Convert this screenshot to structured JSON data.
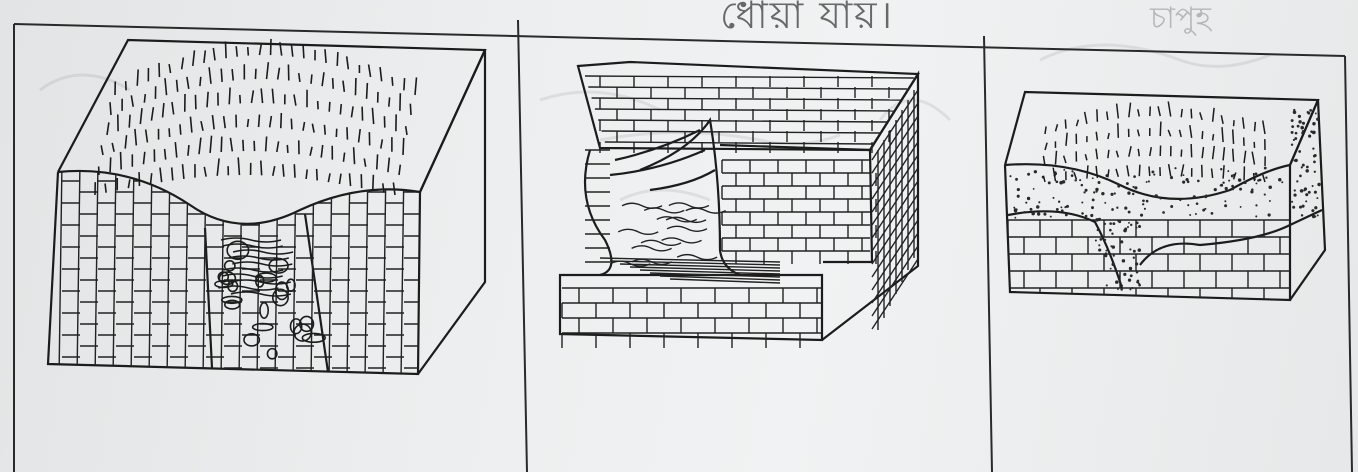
{
  "page": {
    "header_fragment": "ধোয়া যায়।",
    "header_fragment_faint": "চাপুহ"
  },
  "panels": [
    {
      "depicts": "limestone block with grassy doline depression and rubble fill"
    },
    {
      "depicts": "limestone block with collapsed cave wall and sediment"
    },
    {
      "depicts": "limestone block with sandy soil cover and grassy hollow"
    }
  ],
  "colors": {
    "ink": "#1c1c1c",
    "paper": "#eceeef",
    "frame": "#2a2a2a"
  }
}
